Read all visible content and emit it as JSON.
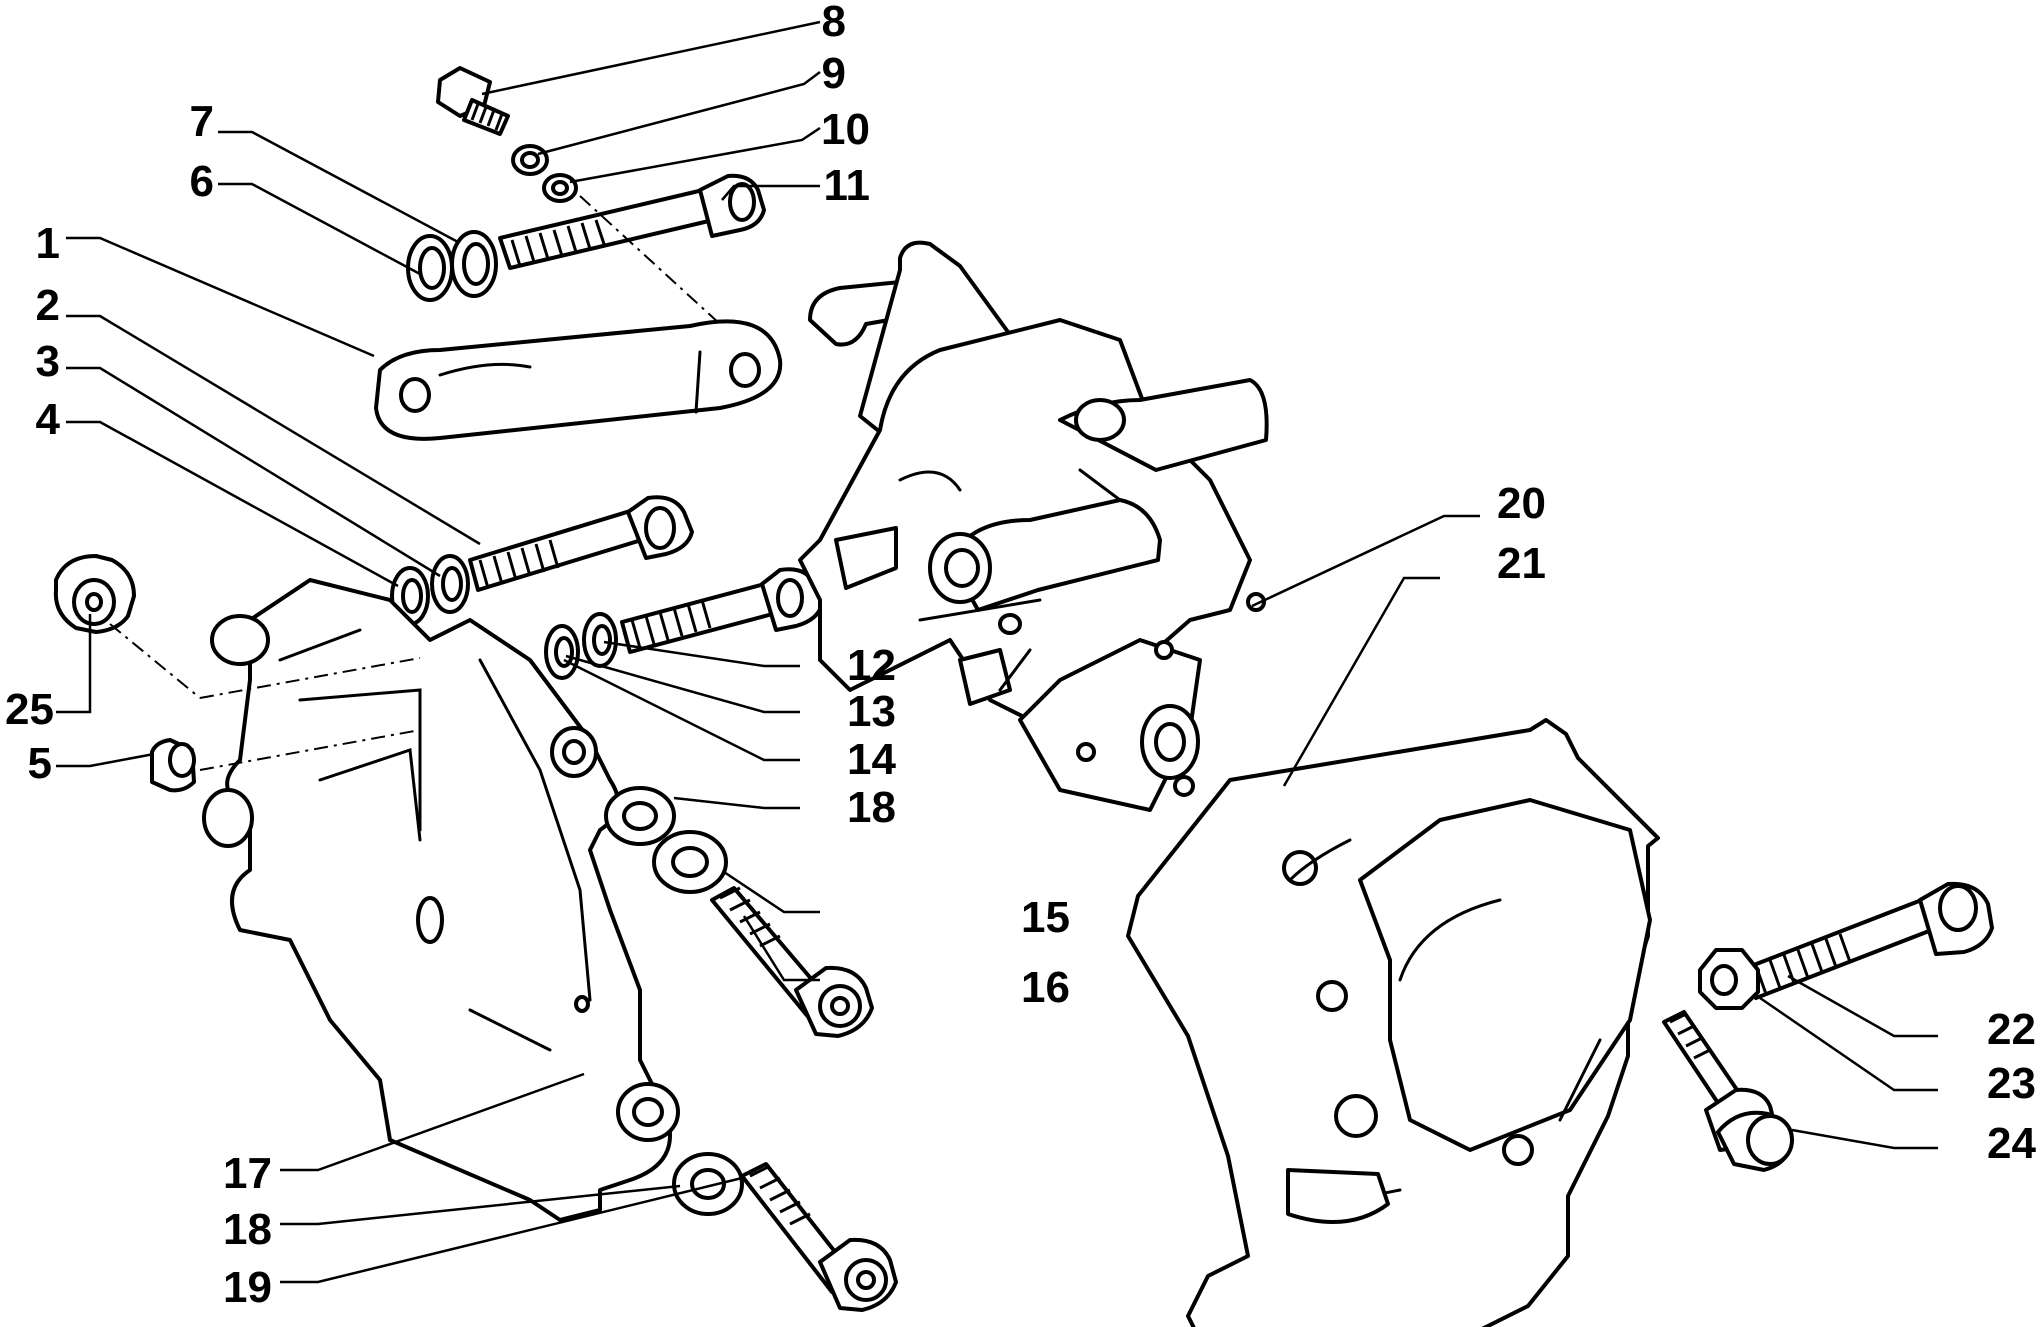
{
  "diagram": {
    "callouts": [
      {
        "id": "c1",
        "label": "1"
      },
      {
        "id": "c2",
        "label": "2"
      },
      {
        "id": "c3",
        "label": "3"
      },
      {
        "id": "c4",
        "label": "4"
      },
      {
        "id": "c5",
        "label": "5"
      },
      {
        "id": "c6",
        "label": "6"
      },
      {
        "id": "c7",
        "label": "7"
      },
      {
        "id": "c8",
        "label": "8"
      },
      {
        "id": "c9",
        "label": "9"
      },
      {
        "id": "c10",
        "label": "10"
      },
      {
        "id": "c11",
        "label": "11"
      },
      {
        "id": "c12",
        "label": "12"
      },
      {
        "id": "c13",
        "label": "13"
      },
      {
        "id": "c14",
        "label": "14"
      },
      {
        "id": "c15",
        "label": "15"
      },
      {
        "id": "c16",
        "label": "16"
      },
      {
        "id": "c17",
        "label": "17"
      },
      {
        "id": "c18a",
        "label": "18"
      },
      {
        "id": "c18b",
        "label": "18"
      },
      {
        "id": "c19",
        "label": "19"
      },
      {
        "id": "c20",
        "label": "20"
      },
      {
        "id": "c21",
        "label": "21"
      },
      {
        "id": "c22",
        "label": "22"
      },
      {
        "id": "c23",
        "label": "23"
      },
      {
        "id": "c24",
        "label": "24"
      },
      {
        "id": "c25",
        "label": "25"
      }
    ]
  }
}
